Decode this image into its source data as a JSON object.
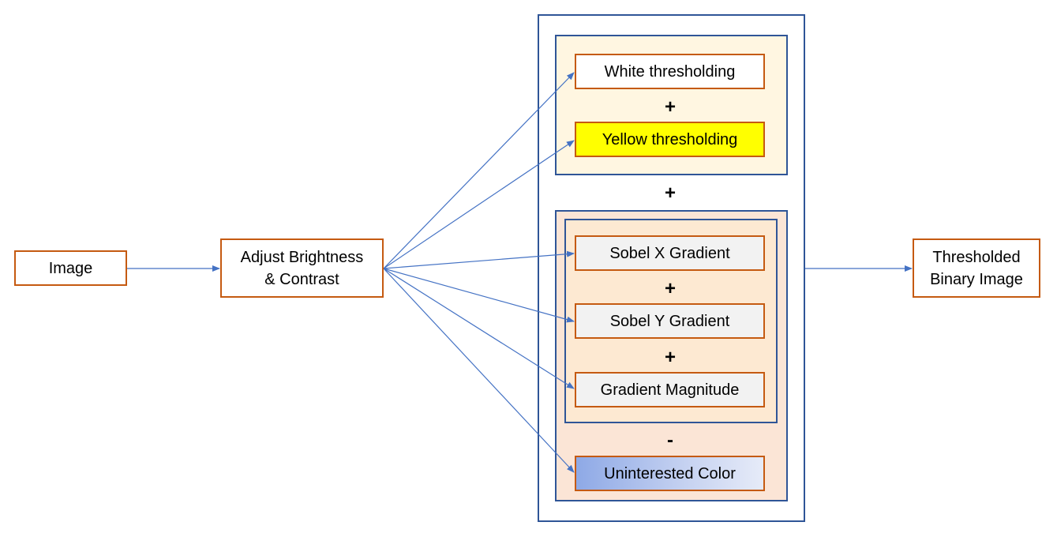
{
  "nodes": {
    "image": "Image",
    "adjust_line1": "Adjust Brightness",
    "adjust_line2": "& Contrast",
    "white": "White thresholding",
    "yellow": "Yellow thresholding",
    "sobel_x": "Sobel X Gradient",
    "sobel_y": "Sobel Y Gradient",
    "magnitude": "Gradient Magnitude",
    "uninterested": "Uninterested Color",
    "output_line1": "Thresholded",
    "output_line2": "Binary Image"
  },
  "operators": {
    "plus_color": "+",
    "plus_groups": "+",
    "plus_sobel_1": "+",
    "plus_sobel_2": "+",
    "minus": "-"
  },
  "colors": {
    "node_border": "#c55a11",
    "frame_border": "#2f5597",
    "arrow": "#4472c4",
    "color_group_fill": "#fff6e1",
    "gradient_group_fill": "#fbe5d6",
    "gradient_inner_fill": "#fde9d2",
    "yellow_fill": "#ffff00",
    "grey_fill": "#f2f2f2"
  }
}
